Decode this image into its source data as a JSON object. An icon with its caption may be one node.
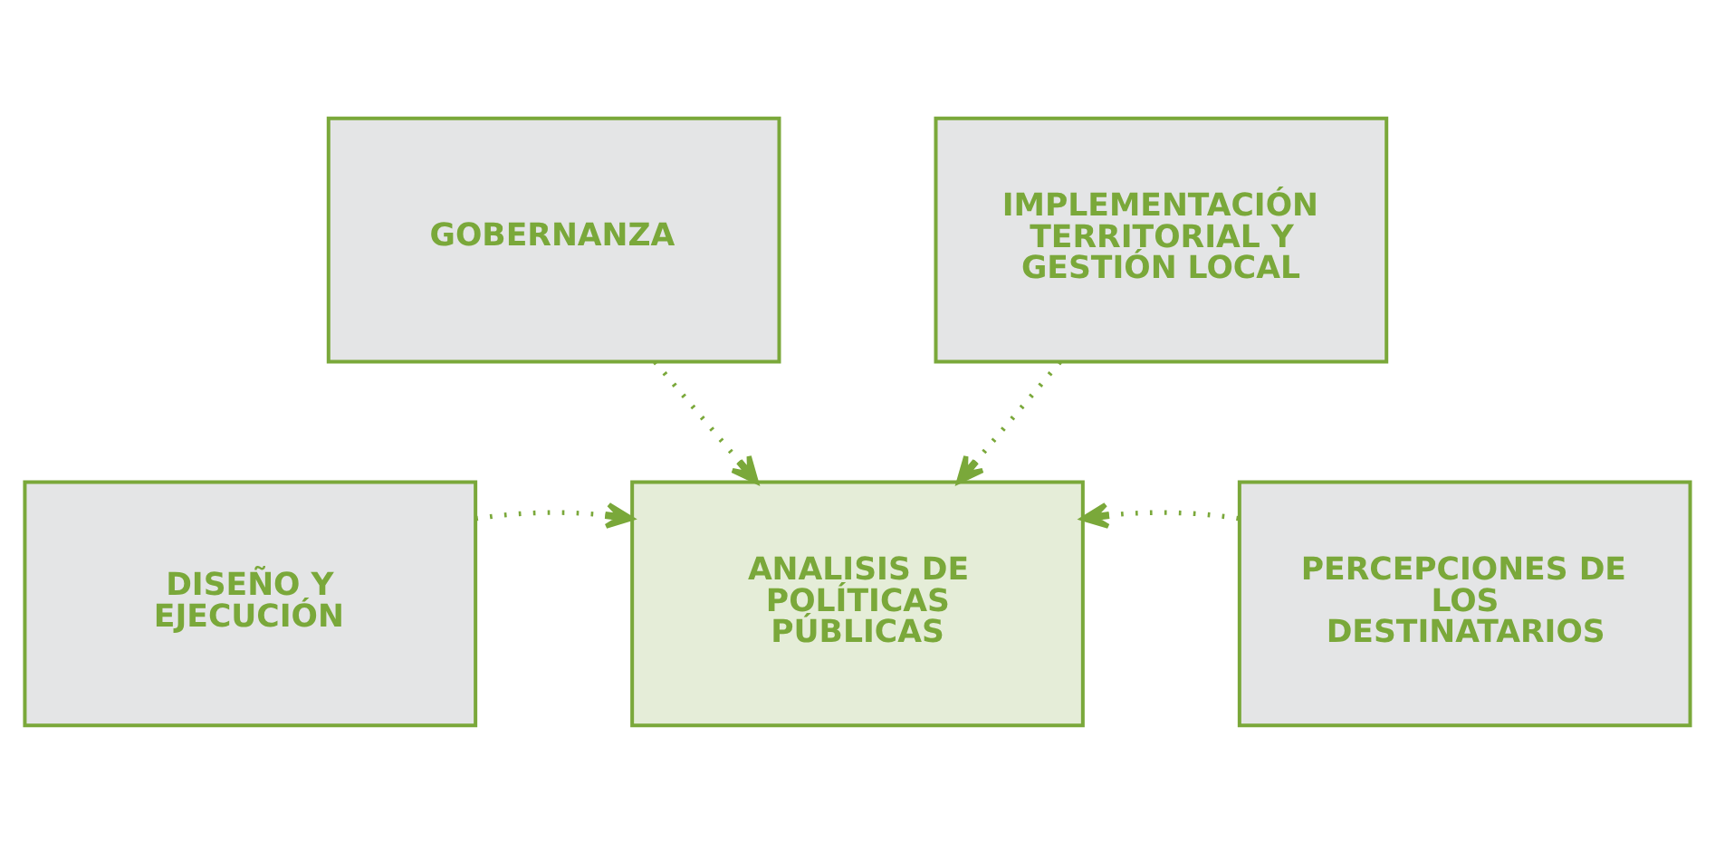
{
  "diagram": {
    "nodes": [
      {
        "text": [
          "GOBERNANZA"
        ]
      },
      {
        "text": [
          "IMPLEMENTACIÓN TERRITORIAL Y GESTIÓN LOCAL"
        ]
      },
      {
        "text": [
          "DISEÑO Y EJECUCIÓN"
        ]
      },
      {
        "text": [
          "ANALISIS DE POLÍTICAS PÚBLICAS"
        ]
      },
      {
        "text": [
          "PERCEPCIONES DE LOS DESTINATARIOS"
        ]
      }
    ],
    "edges": [
      {
        "from": 0,
        "to": 3,
        "arrow": "to",
        "style": "dashed"
      },
      {
        "from": 1,
        "to": 3,
        "arrow": "to",
        "style": "dashed"
      },
      {
        "from": 2,
        "to": 3,
        "arrow": "to",
        "style": "dashed"
      },
      {
        "from": 4,
        "to": 3,
        "arrow": "to",
        "style": "dashed"
      }
    ]
  }
}
